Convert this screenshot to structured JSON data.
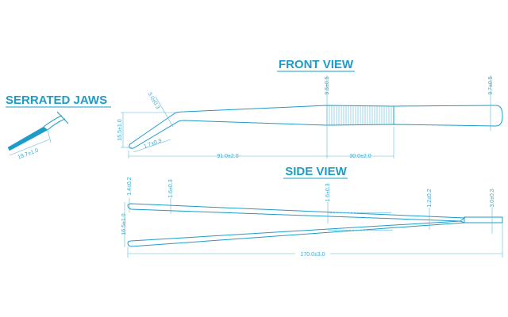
{
  "titles": {
    "front": "FRONT VIEW",
    "side": "SIDE VIEW",
    "jaws": "SERRATED JAWS"
  },
  "jaws": {
    "length": "19.7±1.0"
  },
  "front": {
    "tip_height": "15.5±1.0",
    "bend_width": "3.0±0.3",
    "tip_width": "1.7±0.3",
    "to_grip": "91.0±2.0",
    "grip_length": "30.0±2.0",
    "grip_width": "9.5±0.5",
    "end_width": "9.7±0.5"
  },
  "side": {
    "tip_thick": "1.4±0.2",
    "arm_thick_1": "1.6±0.3",
    "arm_thick_2": "1.6±0.3",
    "joint_thick": "1.2±0.2",
    "end_thick": "3.0±0.3",
    "opening": "16.5±1.0",
    "total_length": "170.0±3.0"
  },
  "colors": {
    "line": "#1e9cc8"
  }
}
